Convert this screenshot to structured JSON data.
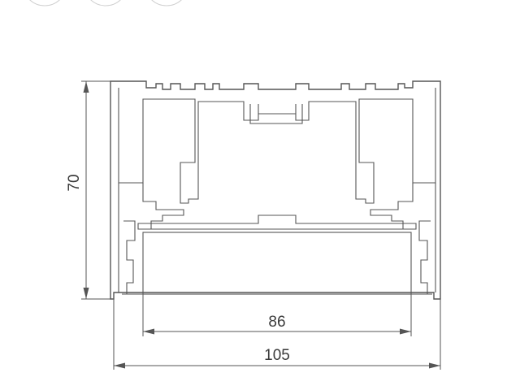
{
  "dimensions": {
    "height_label": "70",
    "inner_width_label": "86",
    "overall_width_label": "105"
  }
}
